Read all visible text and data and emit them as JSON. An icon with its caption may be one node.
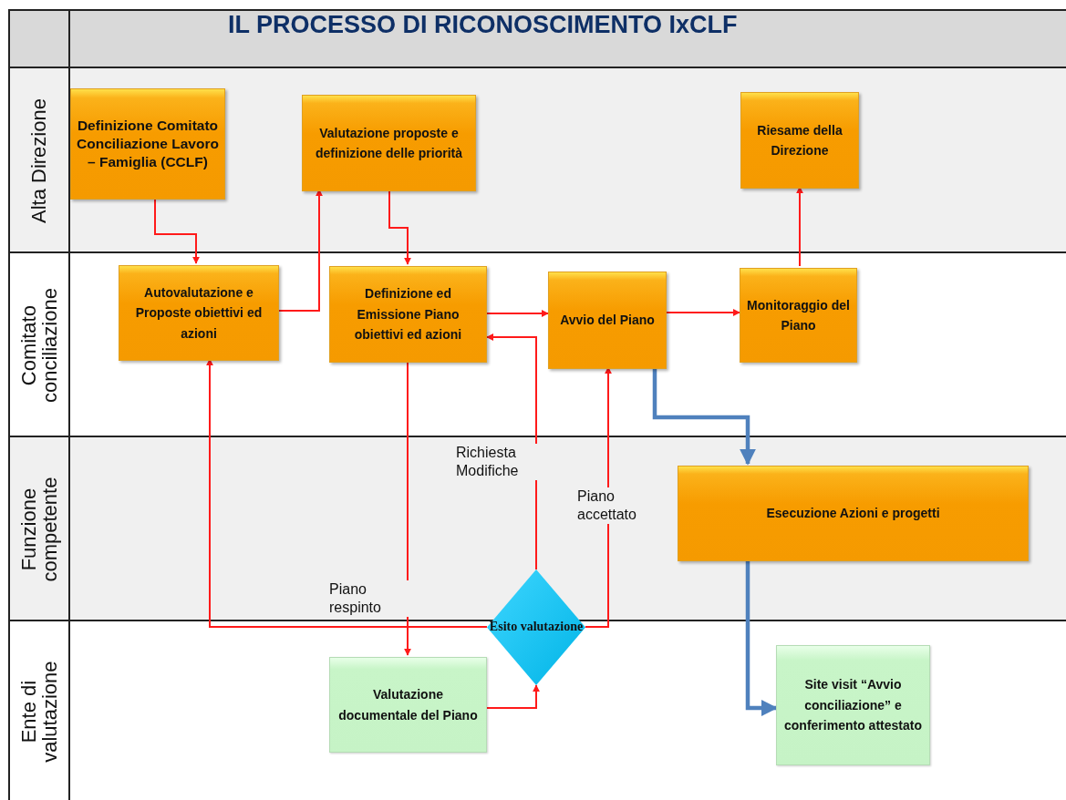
{
  "diagram": {
    "title": "IL PROCESSO DI RICONOSCIMENTO IxCLF",
    "nodes": [
      {
        "text": [
          "Alta Direzione"
        ]
      },
      {
        "text": [
          "Definizione Comitato Conciliazione Lavoro – Famiglia (CCLF)"
        ],
        "in": 0
      },
      {
        "text": [
          "Valutazione proposte e definizione delle priorità"
        ],
        "in": 0
      },
      {
        "text": [
          "Riesame della Direzione"
        ],
        "in": 0
      },
      {
        "text": [
          "Comitato conciliazione"
        ]
      },
      {
        "text": [
          "Autovalutazione e Proposte obiettivi ed azioni"
        ],
        "in": 4
      },
      {
        "text": [
          "Definizione ed Emissione Piano obiettivi ed azioni"
        ],
        "in": 4
      },
      {
        "text": [
          "Avvio del Piano"
        ],
        "in": 4
      },
      {
        "text": [
          "Monitoraggio del Piano"
        ],
        "in": 4
      },
      {
        "text": [
          "Funzione competente"
        ]
      },
      {
        "text": [
          "Esecuzione Azioni e progetti"
        ],
        "in": 9
      },
      {
        "text": [
          "Ente di valutazione"
        ]
      },
      {
        "text": [
          "Valutazione documentale del Piano"
        ],
        "in": 11
      },
      {
        "text": [
          "Esito valutazione"
        ]
      },
      {
        "text": [
          "Site visit “Avvio conciliazione” e conferimento attestato"
        ],
        "in": 11
      }
    ],
    "edges": [
      {
        "from": 1,
        "to": 5,
        "arrow": "to"
      },
      {
        "from": 5,
        "to": 2,
        "arrow": "to"
      },
      {
        "from": 2,
        "to": 6,
        "arrow": "to"
      },
      {
        "from": 6,
        "to": 7,
        "arrow": "to"
      },
      {
        "from": 7,
        "to": 8,
        "arrow": "to"
      },
      {
        "from": 8,
        "to": 3,
        "arrow": "to"
      },
      {
        "from": 6,
        "to": 12,
        "arrow": "to"
      },
      {
        "from": 12,
        "to": 13,
        "arrow": "to"
      },
      {
        "from": 13,
        "to": 6,
        "arrow": "to",
        "label": "Richiesta Modifiche"
      },
      {
        "from": 13,
        "to": 7,
        "arrow": "to",
        "label": "Piano accettato"
      },
      {
        "from": 13,
        "to": 5,
        "arrow": "to",
        "label": "Piano respinto"
      },
      {
        "from": 7,
        "to": 10,
        "arrow": "to",
        "style": "thick",
        "color": "#4f81bd"
      },
      {
        "from": 10,
        "to": 14,
        "arrow": "to",
        "style": "thick",
        "color": "#4f81bd"
      }
    ]
  }
}
